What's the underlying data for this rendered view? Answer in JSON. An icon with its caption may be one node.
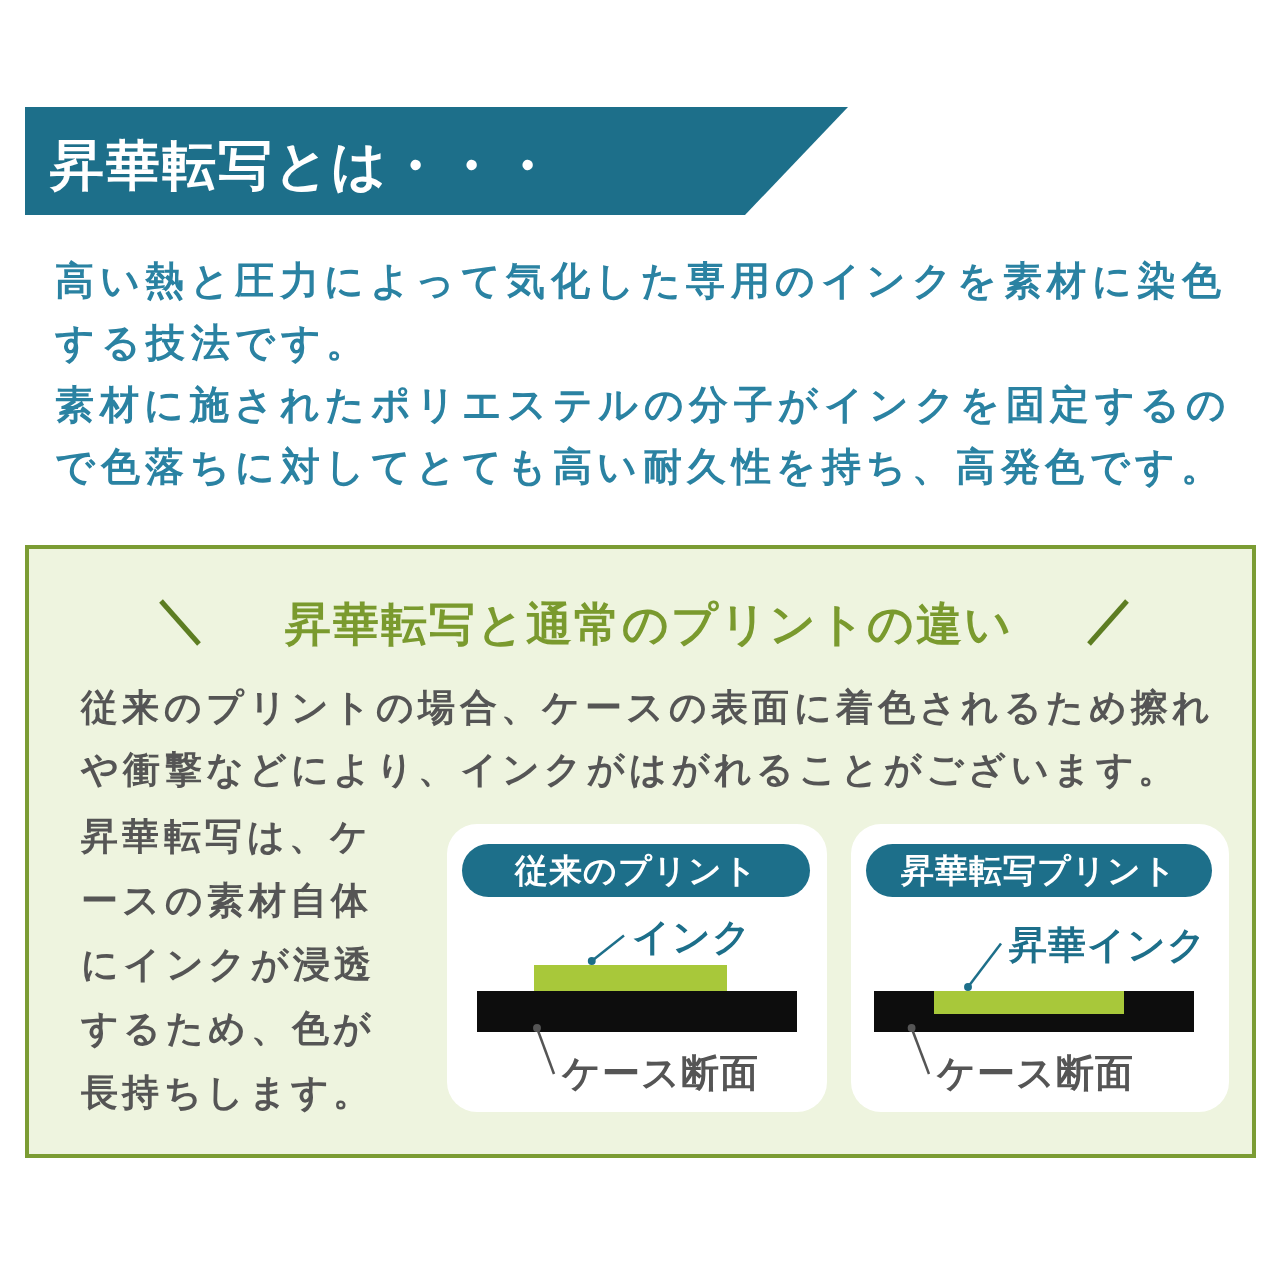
{
  "diagram": {
    "title": "昇華転写とは・・・",
    "nodes": [
      {
        "text": [
          "昇華転写と通常のプリントの違い",
          "従来のプリントの場合、ケースの表面に着色されるため擦れや衝撃などにより、インクがはがれることがございます。",
          "昇華転写は、ケースの素材自体にインクが浸透するため、色が長持ちします。"
        ]
      },
      {
        "text": [
          "従来のプリント"
        ],
        "in": 0
      },
      {
        "text": [],
        "shape": "bar",
        "in": 1
      },
      {
        "text": [],
        "shape": "bar",
        "in": 1
      },
      {
        "text": [
          "インク"
        ],
        "in": 1
      },
      {
        "text": [
          "ケース断面"
        ],
        "in": 1
      },
      {
        "text": [
          "昇華転写プリント"
        ],
        "in": 0
      },
      {
        "text": [],
        "shape": "bar",
        "in": 6
      },
      {
        "text": [],
        "shape": "bar",
        "in": 7
      },
      {
        "text": [
          "昇華インク"
        ],
        "in": 6
      },
      {
        "text": [
          "ケース断面"
        ],
        "in": 6
      }
    ],
    "edges": [
      {
        "from": 4,
        "to": 2,
        "arrow": "other",
        "color": "#1d6f8a"
      },
      {
        "from": 5,
        "to": 3,
        "arrow": "other"
      },
      {
        "from": 9,
        "to": 8,
        "arrow": "other",
        "color": "#1d6f8a"
      },
      {
        "from": 10,
        "to": 7,
        "arrow": "other"
      }
    ],
    "labels": [
      "高い熱と圧力によって気化した専用のインクを素材に染色する技法です。",
      "素材に施されたポリエステルの分子がインクを固定するので色落ちに対してとても高い耐久性を持ち、高発色です。"
    ]
  }
}
